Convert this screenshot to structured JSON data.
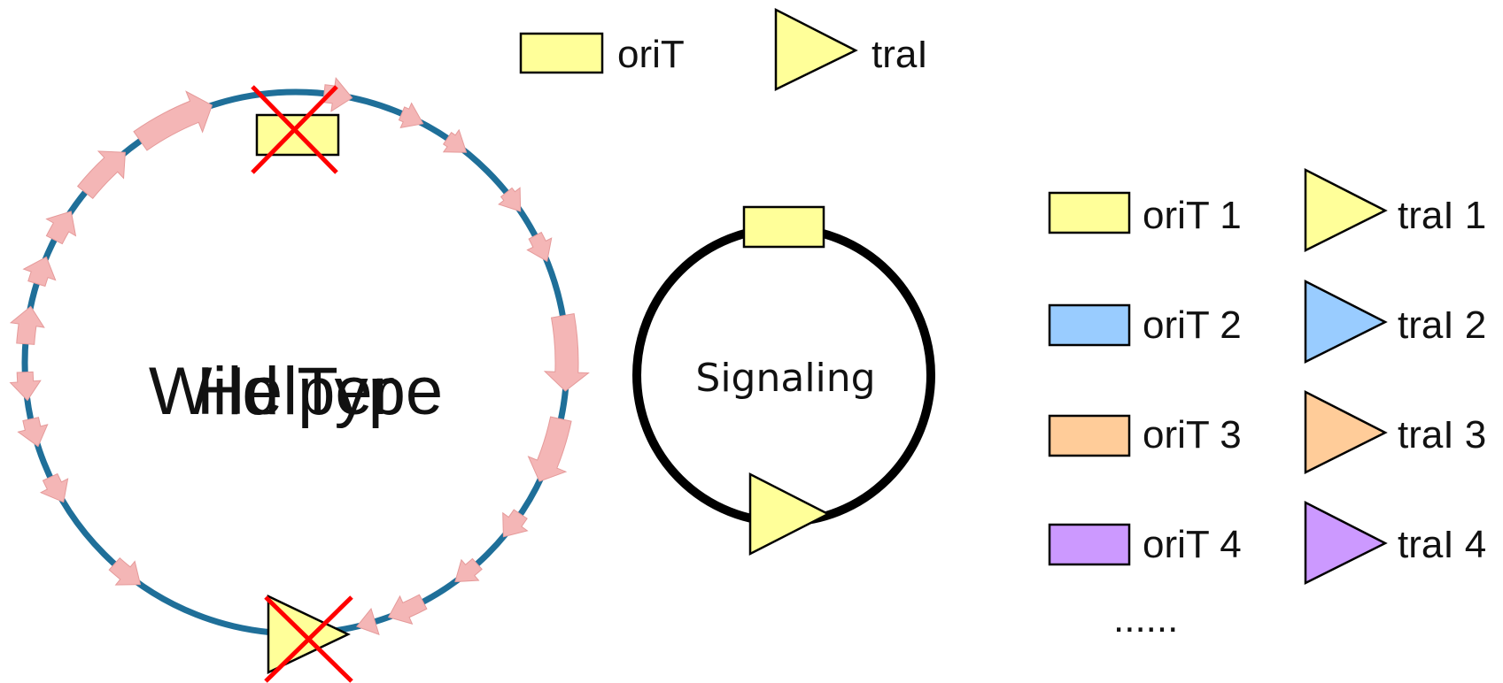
{
  "top_legend": {
    "orit_label": "oriT",
    "tral_label": "traI",
    "orit_color": "#ffff99",
    "tral_color": "#ffff99"
  },
  "wild_plasmid": {
    "label_a": "Wild Type",
    "label_b": "Helper",
    "backbone_color": "#1f6f99",
    "gene_color": "#f4b6b6",
    "deleted_mark_color": "#ff0000",
    "orit_color": "#ffff99",
    "tral_color": "#ffff99"
  },
  "signaling_plasmid": {
    "label": "Signaling",
    "ring_color": "#000000",
    "orit_color": "#ffff99",
    "tral_color": "#ffff99"
  },
  "pairs_legend": {
    "items": [
      {
        "orit": "oriT 1",
        "tral": "traI 1",
        "color": "#ffff99"
      },
      {
        "orit": "oriT 2",
        "tral": "traI 2",
        "color": "#99ccff"
      },
      {
        "orit": "oriT 3",
        "tral": "traI 3",
        "color": "#ffcc99"
      },
      {
        "orit": "oriT 4",
        "tral": "traI 4",
        "color": "#cc99ff"
      }
    ],
    "ellipsis": "......"
  }
}
